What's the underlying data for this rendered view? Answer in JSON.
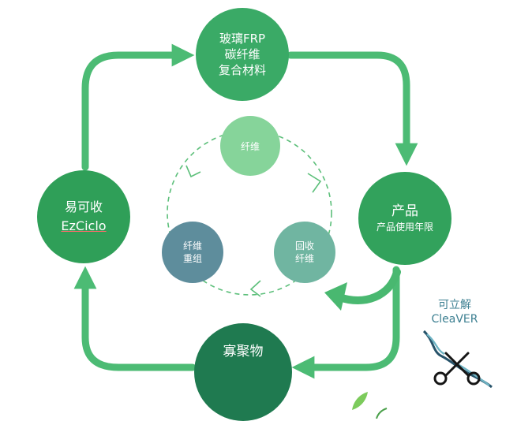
{
  "nodes": {
    "top": [
      "玻璃FRP",
      "碳纤维",
      "复合材料"
    ],
    "right": [
      "产品",
      "产品使用年限"
    ],
    "left": [
      "易可收",
      "EzCiclo"
    ],
    "bottom": [
      "寡聚物"
    ]
  },
  "inner_cycle": {
    "top": [
      "纤维"
    ],
    "right": [
      "回收",
      "纤维"
    ],
    "left": [
      "纤维",
      "重组"
    ]
  },
  "cleaver_label": [
    "可立解",
    "CleaVER"
  ],
  "colors": {
    "cycle_arrow": "#4cbb74",
    "inner_dashed": "#5cbf7a",
    "primary_green": "#3aaa66",
    "dark_green": "#1f7a50",
    "cleaver_text": "#3c7f91"
  }
}
